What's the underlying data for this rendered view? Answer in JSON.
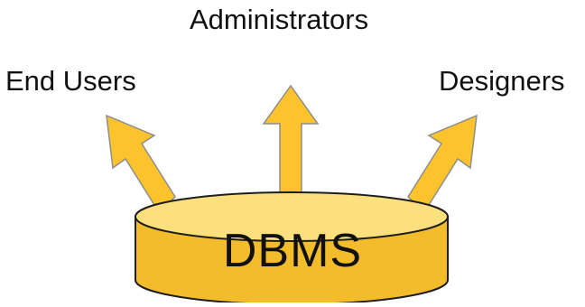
{
  "labels": {
    "administrators": "Administrators",
    "end_users": "End Users",
    "designers": "Designers"
  },
  "database": {
    "label": "DBMS"
  },
  "colors": {
    "arrow_fill": "#FDC32C",
    "arrow_stroke": "#8E8E8E",
    "cylinder_side": "#F2BC2B",
    "cylinder_top": "#FBE07D",
    "cylinder_stroke": "#1E1E1E"
  },
  "icons": {
    "arrow": "up-arrow-icon",
    "database": "database-cylinder-icon"
  }
}
